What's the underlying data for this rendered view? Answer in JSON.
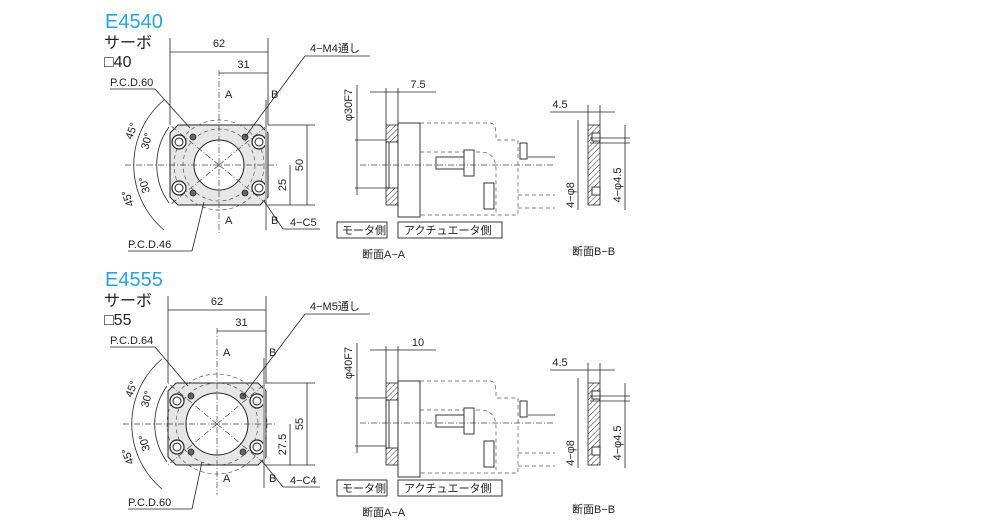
{
  "parts": [
    {
      "code": "E4540",
      "type": "サーボ",
      "size": "□40",
      "dim_width": "62",
      "dim_half": "31",
      "dim_height": "50",
      "dim_half_height": "25",
      "pcd_outer": "P.C.D.60",
      "pcd_inner": "P.C.D.46",
      "tap": "4−M4通し",
      "chamfer": "4−C5",
      "angle_45": "45°",
      "angle_30": "30°",
      "section_a": "A",
      "section_b": "B",
      "aa_thickness": "7.5",
      "aa_diameter": "φ30F7",
      "motor_side": "モータ側",
      "actuator_side": "アクチュエータ側",
      "aa_caption": "断面A−A",
      "bb_thickness": "4.5",
      "bb_counterbore": "4−φ8",
      "bb_hole": "4−φ4.5",
      "bb_caption": "断面B−B"
    },
    {
      "code": "E4555",
      "type": "サーボ",
      "size": "□55",
      "dim_width": "62",
      "dim_half": "31",
      "dim_height": "55",
      "dim_half_height": "27.5",
      "pcd_outer": "P.C.D.64",
      "pcd_inner": "P.C.D.60",
      "tap": "4−M5通し",
      "chamfer": "4−C4",
      "angle_45": "45°",
      "angle_30": "30°",
      "section_a": "A",
      "section_b": "B",
      "aa_thickness": "10",
      "aa_diameter": "φ40F7",
      "motor_side": "モータ側",
      "actuator_side": "アクチュエータ側",
      "aa_caption": "断面A−A",
      "bb_thickness": "4.5",
      "bb_counterbore": "4−φ8",
      "bb_hole": "4−φ4.5",
      "bb_caption": "断面B−B"
    }
  ],
  "colors": {
    "title": "#2aa3dc",
    "flange": "#e6e6e6"
  }
}
